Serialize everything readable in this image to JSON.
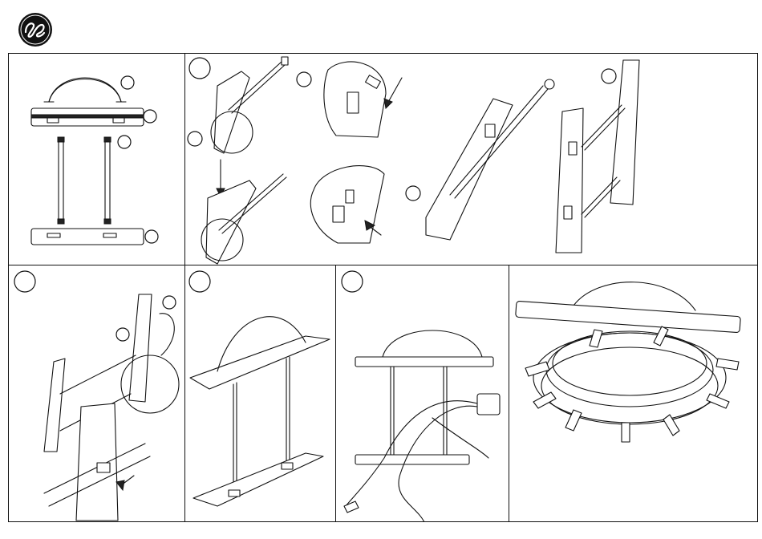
{
  "document": {
    "brand": "GE",
    "panels": [
      {
        "id": "parts",
        "step": ""
      },
      {
        "id": "attach-rods",
        "step": ""
      },
      {
        "id": "attach-arch",
        "step": ""
      },
      {
        "id": "assembled-frame",
        "step": ""
      },
      {
        "id": "wrap-lights",
        "step": ""
      },
      {
        "id": "finished-storage",
        "step": ""
      }
    ],
    "colors": {
      "line": "#111111",
      "paper": "#ffffff"
    }
  }
}
